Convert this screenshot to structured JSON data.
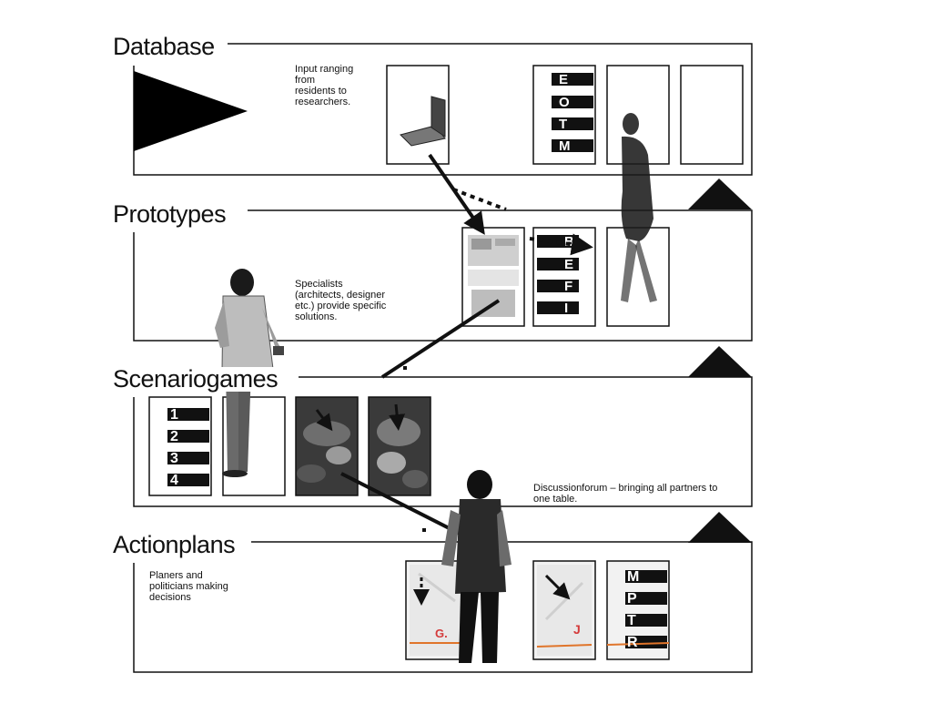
{
  "stages": [
    {
      "title": "Database",
      "note": "Input ranging\nfrom\nresidents to\nresearchers."
    },
    {
      "title": "Prototypes",
      "note": "Specialists\n(architects, designer\netc.) provide specific\nsolutions."
    },
    {
      "title": "Scenariogames",
      "note": "Discussionforum – bringing all partners to\none table."
    },
    {
      "title": "Actionplans",
      "note": "Planers and\npoliticians making\ndecisions"
    }
  ],
  "card_letters": {
    "database": [
      "E",
      "O",
      "T",
      "M"
    ],
    "prototypes": [
      "B",
      "E",
      "F",
      "I"
    ],
    "scenariogames": [
      "1",
      "2",
      "3",
      "4"
    ],
    "actionplans_a": [
      "G."
    ],
    "actionplans_b": [
      "J"
    ],
    "actionplans_c": [
      "M",
      "P",
      "T",
      "R"
    ]
  },
  "colors": {
    "ink": "#111111",
    "paper": "#ffffff",
    "accent_red": "#d43a3a",
    "accent_orange": "#e0752b"
  }
}
